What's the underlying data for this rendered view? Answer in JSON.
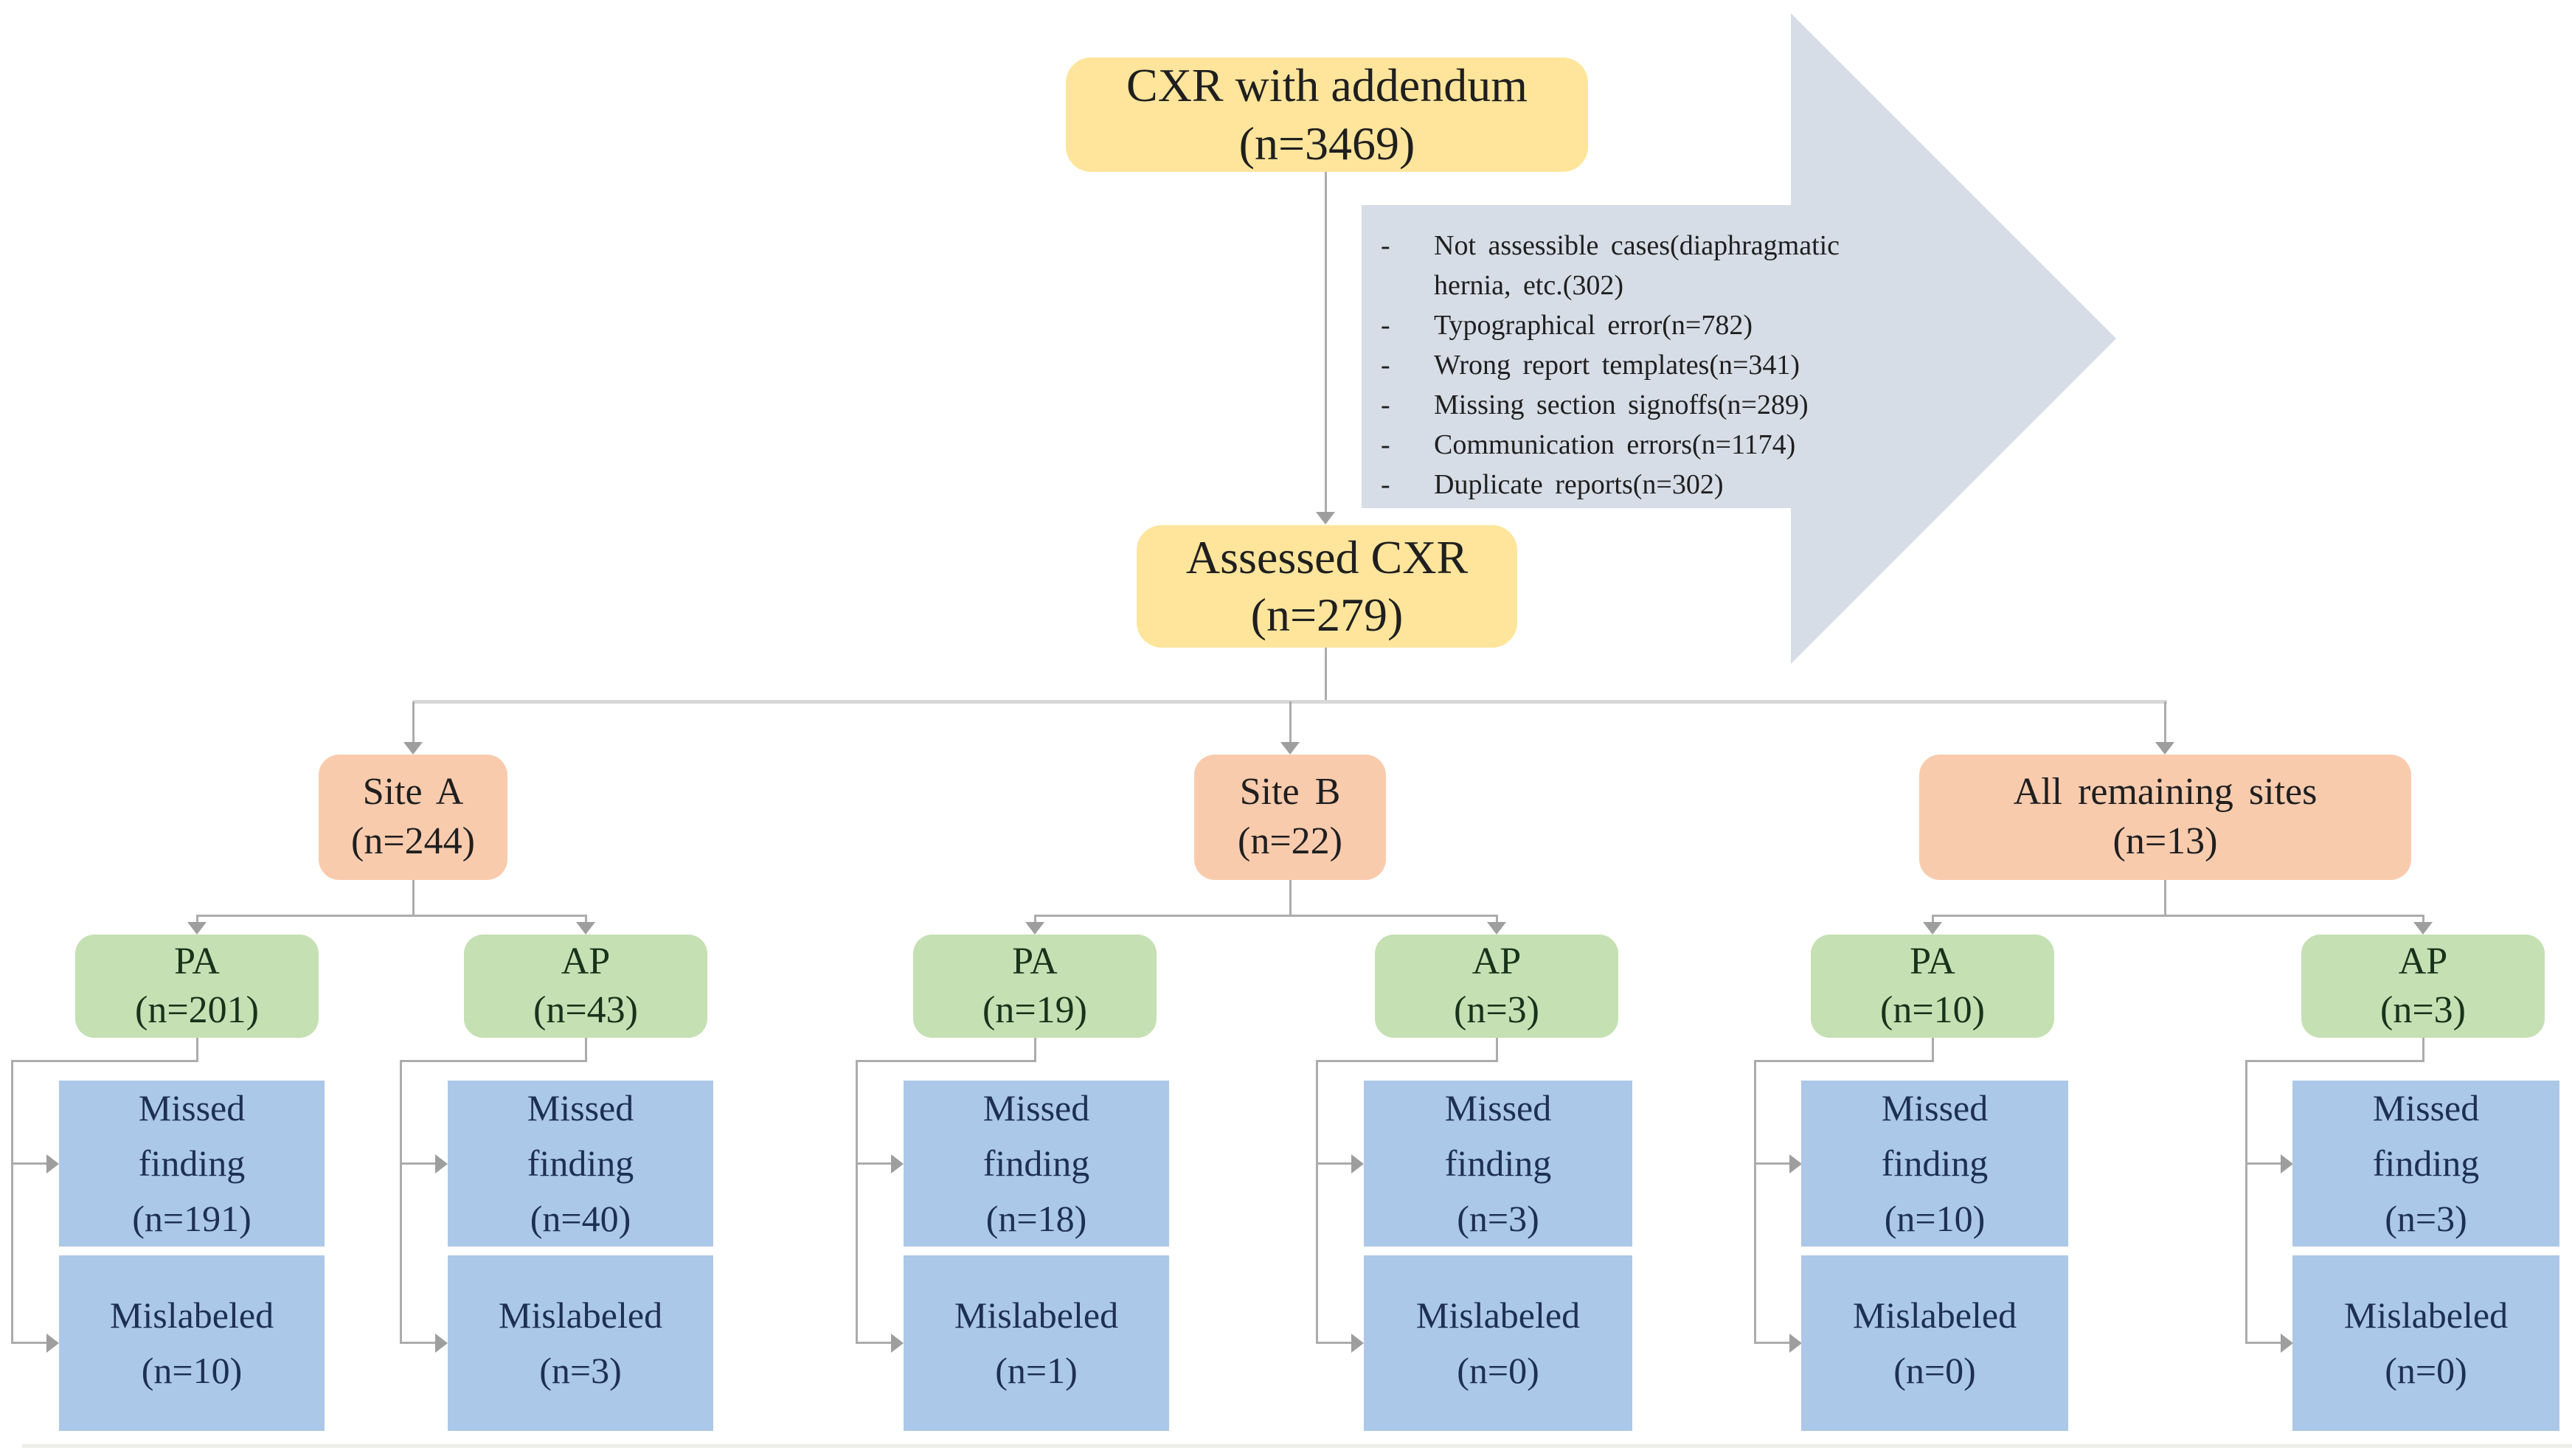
{
  "figure": {
    "root_box": {
      "label": "CXR with addendum",
      "n": "(n=3469)"
    },
    "exclusion_arrow": {
      "bullet": "-",
      "items": [
        "Not assessible cases(diaphragmatic hernia, etc.(302)",
        "Typographical error(n=782)",
        "Wrong report templates(n=341)",
        "Missing section signoffs(n=289)",
        "Communication errors(n=1174)",
        "Duplicate reports(n=302)"
      ]
    },
    "assessed_box": {
      "label": "Assessed CXR",
      "n": "(n=279)"
    },
    "sites": [
      {
        "label": "Site A",
        "n": "(n=244)"
      },
      {
        "label": "Site B",
        "n": "(n=22)"
      },
      {
        "label": "All remaining sites",
        "n": "(n=13)"
      }
    ],
    "columns": [
      {
        "view": "PA",
        "view_n": "(n=201)",
        "missed_line1": "Missed",
        "missed_line2": "finding",
        "missed_n": "(n=191)",
        "mislabeled": "Mislabeled",
        "mislabeled_n": "(n=10)"
      },
      {
        "view": "AP",
        "view_n": "(n=43)",
        "missed_line1": "Missed",
        "missed_line2": "finding",
        "missed_n": "(n=40)",
        "mislabeled": "Mislabeled",
        "mislabeled_n": "(n=3)"
      },
      {
        "view": "PA",
        "view_n": "(n=19)",
        "missed_line1": "Missed",
        "missed_line2": "finding",
        "missed_n": "(n=18)",
        "mislabeled": "Mislabeled",
        "mislabeled_n": "(n=1)"
      },
      {
        "view": "AP",
        "view_n": "(n=3)",
        "missed_line1": "Missed",
        "missed_line2": "finding",
        "missed_n": "(n=3)",
        "mislabeled": "Mislabeled",
        "mislabeled_n": "(n=0)"
      },
      {
        "view": "PA",
        "view_n": "(n=10)",
        "missed_line1": "Missed",
        "missed_line2": "finding",
        "missed_n": "(n=10)",
        "mislabeled": "Mislabeled",
        "mislabeled_n": "(n=0)"
      },
      {
        "view": "AP",
        "view_n": "(n=3)",
        "missed_line1": "Missed",
        "missed_line2": "finding",
        "missed_n": "(n=3)",
        "mislabeled": "Mislabeled",
        "mislabeled_n": "(n=0)"
      }
    ],
    "colors": {
      "root_fill": "#FFE59B",
      "site_fill": "#F9CBAD",
      "view_fill": "#C5E0B3",
      "leaf_fill": "#ACC8E8",
      "arrow_fill": "#D7DDE6",
      "connector": "#ACACAC"
    }
  }
}
